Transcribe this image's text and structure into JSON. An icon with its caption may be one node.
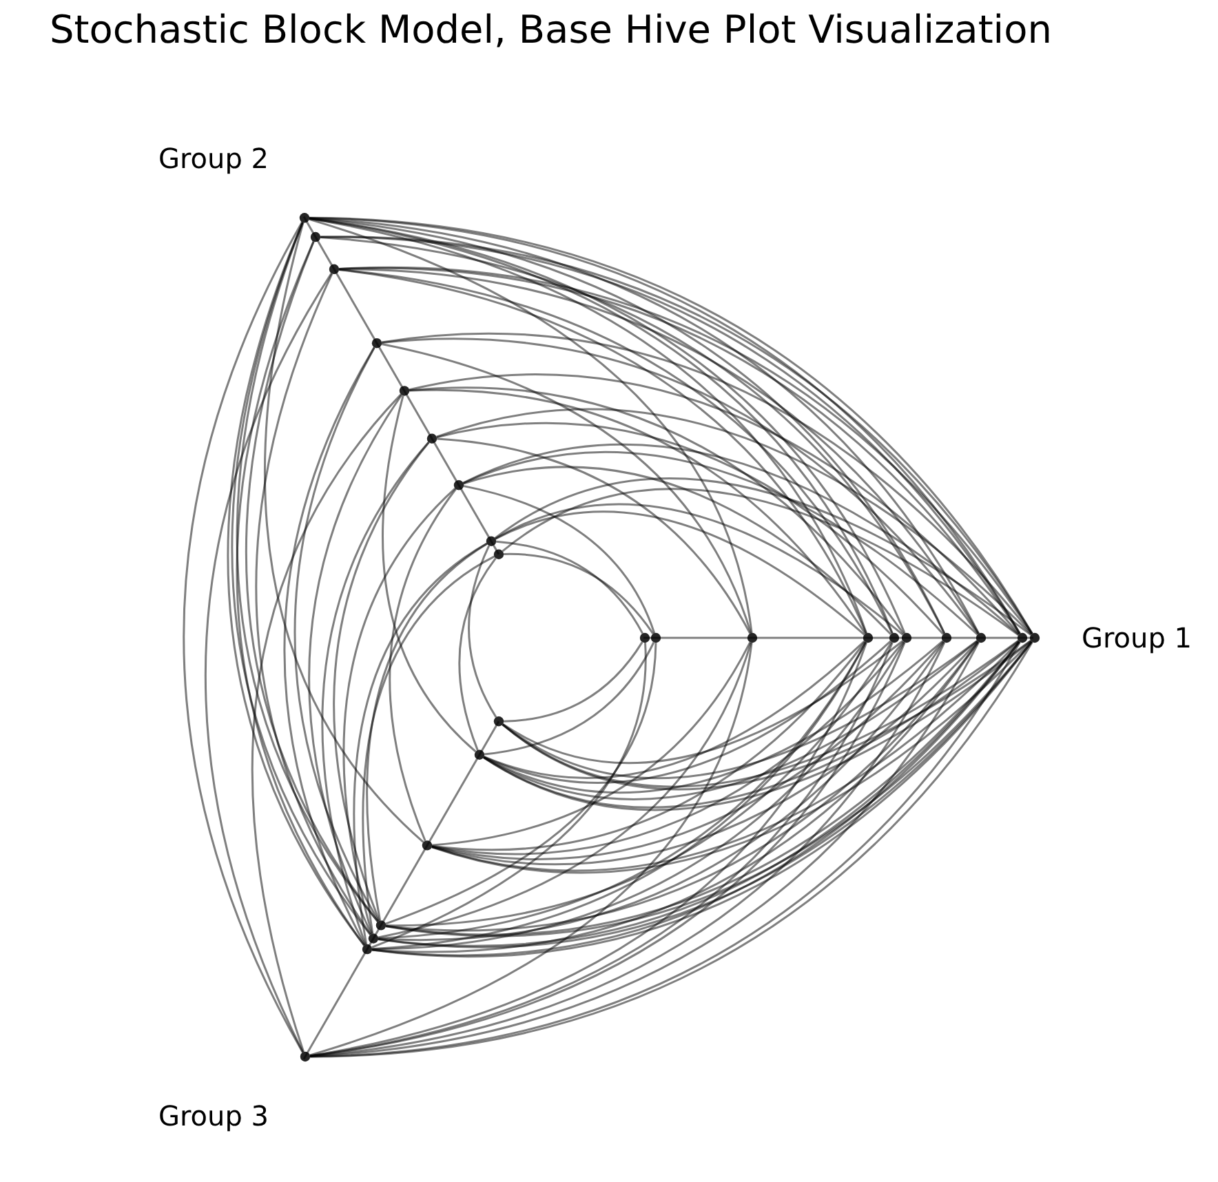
{
  "diagram": {
    "title": "Stochastic Block Model, Base Hive Plot Visualization",
    "nodes": [
      {
        "text": [],
        "shape": "circle"
      },
      {
        "text": [],
        "shape": "circle"
      },
      {
        "text": [],
        "shape": "circle"
      },
      {
        "text": [],
        "shape": "circle"
      },
      {
        "text": [],
        "shape": "circle"
      },
      {
        "text": [],
        "shape": "circle"
      },
      {
        "text": [],
        "shape": "circle"
      },
      {
        "text": [],
        "shape": "circle"
      },
      {
        "text": [],
        "shape": "circle"
      },
      {
        "text": [],
        "shape": "circle"
      },
      {
        "text": [],
        "shape": "circle"
      },
      {
        "text": [],
        "shape": "circle"
      },
      {
        "text": [],
        "shape": "circle"
      },
      {
        "text": [],
        "shape": "circle"
      },
      {
        "text": [],
        "shape": "circle"
      },
      {
        "text": [],
        "shape": "circle"
      },
      {
        "text": [],
        "shape": "circle"
      },
      {
        "text": [],
        "shape": "circle"
      },
      {
        "text": [],
        "shape": "circle"
      },
      {
        "text": [],
        "shape": "circle"
      },
      {
        "text": [],
        "shape": "circle"
      },
      {
        "text": [],
        "shape": "circle"
      },
      {
        "text": [],
        "shape": "circle"
      },
      {
        "text": [],
        "shape": "circle"
      },
      {
        "text": [],
        "shape": "circle"
      },
      {
        "text": [],
        "shape": "circle"
      }
    ],
    "edges": [
      {
        "from": 9,
        "to": 18,
        "arrow": "none"
      },
      {
        "from": 8,
        "to": 18,
        "arrow": "none"
      },
      {
        "from": 7,
        "to": 18,
        "arrow": "none"
      },
      {
        "from": 6,
        "to": 18,
        "arrow": "none"
      },
      {
        "from": 5,
        "to": 18,
        "arrow": "none"
      },
      {
        "from": 4,
        "to": 18,
        "arrow": "none"
      },
      {
        "from": 3,
        "to": 18,
        "arrow": "none"
      },
      {
        "from": 2,
        "to": 18,
        "arrow": "none"
      },
      {
        "from": 9,
        "to": 17,
        "arrow": "none"
      },
      {
        "from": 8,
        "to": 17,
        "arrow": "none"
      },
      {
        "from": 6,
        "to": 17,
        "arrow": "none"
      },
      {
        "from": 9,
        "to": 16,
        "arrow": "none"
      },
      {
        "from": 8,
        "to": 16,
        "arrow": "none"
      },
      {
        "from": 7,
        "to": 16,
        "arrow": "none"
      },
      {
        "from": 4,
        "to": 16,
        "arrow": "none"
      },
      {
        "from": 3,
        "to": 16,
        "arrow": "none"
      },
      {
        "from": 9,
        "to": 15,
        "arrow": "none"
      },
      {
        "from": 7,
        "to": 15,
        "arrow": "none"
      },
      {
        "from": 2,
        "to": 15,
        "arrow": "none"
      },
      {
        "from": 8,
        "to": 14,
        "arrow": "none"
      },
      {
        "from": 5,
        "to": 14,
        "arrow": "none"
      },
      {
        "from": 3,
        "to": 14,
        "arrow": "none"
      },
      {
        "from": 9,
        "to": 13,
        "arrow": "none"
      },
      {
        "from": 6,
        "to": 13,
        "arrow": "none"
      },
      {
        "from": 2,
        "to": 13,
        "arrow": "none"
      },
      {
        "from": 8,
        "to": 12,
        "arrow": "none"
      },
      {
        "from": 7,
        "to": 12,
        "arrow": "none"
      },
      {
        "from": 4,
        "to": 12,
        "arrow": "none"
      },
      {
        "from": 1,
        "to": 12,
        "arrow": "none"
      },
      {
        "from": 9,
        "to": 11,
        "arrow": "none"
      },
      {
        "from": 5,
        "to": 11,
        "arrow": "none"
      },
      {
        "from": 3,
        "to": 11,
        "arrow": "none"
      },
      {
        "from": 0,
        "to": 11,
        "arrow": "none"
      },
      {
        "from": 8,
        "to": 10,
        "arrow": "none"
      },
      {
        "from": 1,
        "to": 10,
        "arrow": "none"
      },
      {
        "from": 9,
        "to": 25,
        "arrow": "none"
      },
      {
        "from": 8,
        "to": 25,
        "arrow": "none"
      },
      {
        "from": 7,
        "to": 25,
        "arrow": "none"
      },
      {
        "from": 6,
        "to": 25,
        "arrow": "none"
      },
      {
        "from": 5,
        "to": 25,
        "arrow": "none"
      },
      {
        "from": 4,
        "to": 25,
        "arrow": "none"
      },
      {
        "from": 3,
        "to": 25,
        "arrow": "none"
      },
      {
        "from": 2,
        "to": 25,
        "arrow": "none"
      },
      {
        "from": 9,
        "to": 22,
        "arrow": "none"
      },
      {
        "from": 8,
        "to": 22,
        "arrow": "none"
      },
      {
        "from": 7,
        "to": 22,
        "arrow": "none"
      },
      {
        "from": 4,
        "to": 22,
        "arrow": "none"
      },
      {
        "from": 1,
        "to": 22,
        "arrow": "none"
      },
      {
        "from": 9,
        "to": 23,
        "arrow": "none"
      },
      {
        "from": 8,
        "to": 23,
        "arrow": "none"
      },
      {
        "from": 6,
        "to": 23,
        "arrow": "none"
      },
      {
        "from": 3,
        "to": 23,
        "arrow": "none"
      },
      {
        "from": 2,
        "to": 23,
        "arrow": "none"
      },
      {
        "from": 9,
        "to": 24,
        "arrow": "none"
      },
      {
        "from": 8,
        "to": 24,
        "arrow": "none"
      },
      {
        "from": 7,
        "to": 24,
        "arrow": "none"
      },
      {
        "from": 5,
        "to": 24,
        "arrow": "none"
      },
      {
        "from": 3,
        "to": 24,
        "arrow": "none"
      },
      {
        "from": 0,
        "to": 24,
        "arrow": "none"
      },
      {
        "from": 9,
        "to": 21,
        "arrow": "none"
      },
      {
        "from": 8,
        "to": 21,
        "arrow": "none"
      },
      {
        "from": 7,
        "to": 21,
        "arrow": "none"
      },
      {
        "from": 6,
        "to": 21,
        "arrow": "none"
      },
      {
        "from": 5,
        "to": 21,
        "arrow": "none"
      },
      {
        "from": 3,
        "to": 21,
        "arrow": "none"
      },
      {
        "from": 2,
        "to": 21,
        "arrow": "none"
      },
      {
        "from": 9,
        "to": 20,
        "arrow": "none"
      },
      {
        "from": 8,
        "to": 20,
        "arrow": "none"
      },
      {
        "from": 7,
        "to": 20,
        "arrow": "none"
      },
      {
        "from": 6,
        "to": 20,
        "arrow": "none"
      },
      {
        "from": 4,
        "to": 20,
        "arrow": "none"
      },
      {
        "from": 3,
        "to": 20,
        "arrow": "none"
      },
      {
        "from": 1,
        "to": 20,
        "arrow": "none"
      },
      {
        "from": 9,
        "to": 19,
        "arrow": "none"
      },
      {
        "from": 8,
        "to": 19,
        "arrow": "none"
      },
      {
        "from": 7,
        "to": 19,
        "arrow": "none"
      },
      {
        "from": 5,
        "to": 19,
        "arrow": "none"
      },
      {
        "from": 0,
        "to": 19,
        "arrow": "none"
      },
      {
        "from": 18,
        "to": 25,
        "arrow": "none"
      },
      {
        "from": 18,
        "to": 24,
        "arrow": "none"
      },
      {
        "from": 18,
        "to": 23,
        "arrow": "none"
      },
      {
        "from": 18,
        "to": 22,
        "arrow": "none"
      },
      {
        "from": 18,
        "to": 21,
        "arrow": "none"
      },
      {
        "from": 17,
        "to": 24,
        "arrow": "none"
      },
      {
        "from": 17,
        "to": 22,
        "arrow": "none"
      },
      {
        "from": 16,
        "to": 25,
        "arrow": "none"
      },
      {
        "from": 16,
        "to": 23,
        "arrow": "none"
      },
      {
        "from": 15,
        "to": 24,
        "arrow": "none"
      },
      {
        "from": 15,
        "to": 22,
        "arrow": "none"
      },
      {
        "from": 14,
        "to": 25,
        "arrow": "none"
      },
      {
        "from": 14,
        "to": 23,
        "arrow": "none"
      },
      {
        "from": 14,
        "to": 20,
        "arrow": "none"
      },
      {
        "from": 13,
        "to": 22,
        "arrow": "none"
      },
      {
        "from": 13,
        "to": 24,
        "arrow": "none"
      },
      {
        "from": 12,
        "to": 23,
        "arrow": "none"
      },
      {
        "from": 12,
        "to": 21,
        "arrow": "none"
      },
      {
        "from": 11,
        "to": 19,
        "arrow": "none"
      },
      {
        "from": 11,
        "to": 24,
        "arrow": "none"
      },
      {
        "from": 11,
        "to": 22,
        "arrow": "none"
      },
      {
        "from": 10,
        "to": 20,
        "arrow": "none"
      },
      {
        "from": 10,
        "to": 23,
        "arrow": "none"
      }
    ],
    "labels": [
      "Group 2",
      "Group 1",
      "Group 3"
    ]
  }
}
